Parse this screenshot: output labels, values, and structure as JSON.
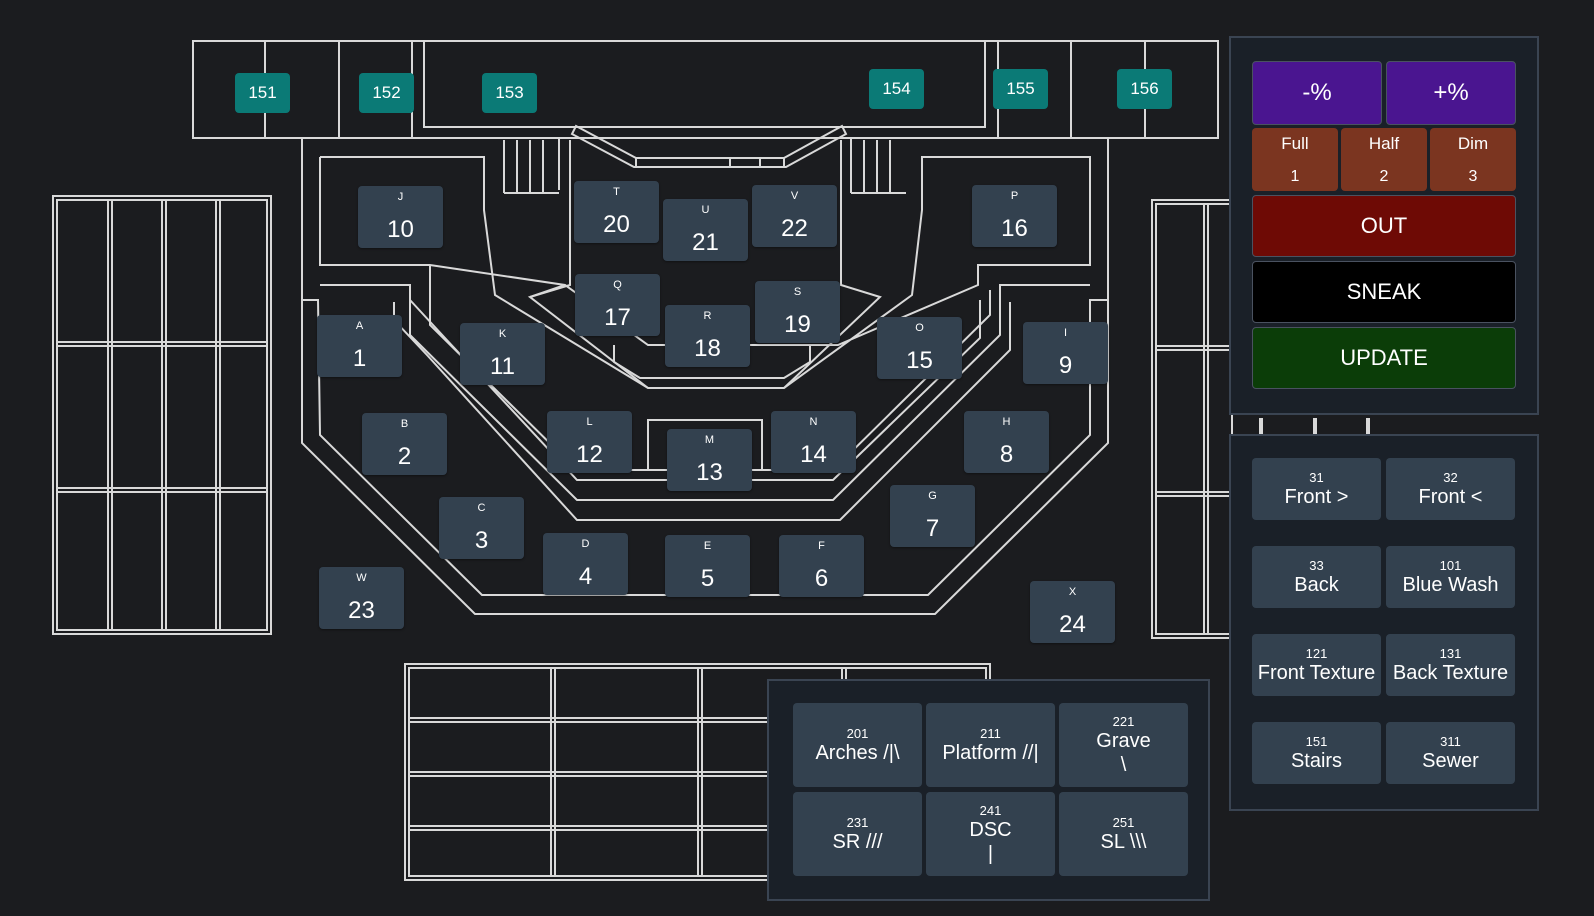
{
  "colors": {
    "background": "#1b1c1f",
    "channel_bg": "#33414f",
    "tile_bg": "#0b7a76",
    "pct_bg": "#4a1590",
    "level_bg": "#7b3520",
    "out_bg": "#6e0a05",
    "sneak_bg": "#000000",
    "update_bg": "#0b3d08"
  },
  "channels": [
    {
      "letter": "A",
      "num": "1"
    },
    {
      "letter": "B",
      "num": "2"
    },
    {
      "letter": "C",
      "num": "3"
    },
    {
      "letter": "D",
      "num": "4"
    },
    {
      "letter": "E",
      "num": "5"
    },
    {
      "letter": "F",
      "num": "6"
    },
    {
      "letter": "G",
      "num": "7"
    },
    {
      "letter": "H",
      "num": "8"
    },
    {
      "letter": "I",
      "num": "9"
    },
    {
      "letter": "J",
      "num": "10"
    },
    {
      "letter": "K",
      "num": "11"
    },
    {
      "letter": "L",
      "num": "12"
    },
    {
      "letter": "M",
      "num": "13"
    },
    {
      "letter": "N",
      "num": "14"
    },
    {
      "letter": "O",
      "num": "15"
    },
    {
      "letter": "P",
      "num": "16"
    },
    {
      "letter": "Q",
      "num": "17"
    },
    {
      "letter": "R",
      "num": "18"
    },
    {
      "letter": "S",
      "num": "19"
    },
    {
      "letter": "T",
      "num": "20"
    },
    {
      "letter": "U",
      "num": "21"
    },
    {
      "letter": "V",
      "num": "22"
    },
    {
      "letter": "W",
      "num": "23"
    },
    {
      "letter": "X",
      "num": "24"
    }
  ],
  "tiles": [
    "151",
    "152",
    "153",
    "154",
    "155",
    "156"
  ],
  "controls": {
    "minus_pct": "-%",
    "plus_pct": "+%",
    "levels": [
      {
        "label": "Full",
        "num": "1"
      },
      {
        "label": "Half",
        "num": "2"
      },
      {
        "label": "Dim",
        "num": "3"
      }
    ],
    "out": "OUT",
    "sneak": "SNEAK",
    "update": "UPDATE"
  },
  "groups_right": [
    {
      "id": "31",
      "label": "Front >"
    },
    {
      "id": "32",
      "label": "Front <"
    },
    {
      "id": "33",
      "label": "Back"
    },
    {
      "id": "101",
      "label": "Blue Wash"
    },
    {
      "id": "121",
      "label": "Front Texture"
    },
    {
      "id": "131",
      "label": "Back Texture"
    },
    {
      "id": "151",
      "label": "Stairs"
    },
    {
      "id": "311",
      "label": "Sewer"
    }
  ],
  "groups_bottom": [
    {
      "id": "201",
      "label": "Arches /|\\"
    },
    {
      "id": "211",
      "label": "Platform //|"
    },
    {
      "id": "221",
      "label": "Grave\n\\"
    },
    {
      "id": "231",
      "label": "SR ///"
    },
    {
      "id": "241",
      "label": "DSC\n|"
    },
    {
      "id": "251",
      "label": "SL \\\\\\"
    }
  ]
}
